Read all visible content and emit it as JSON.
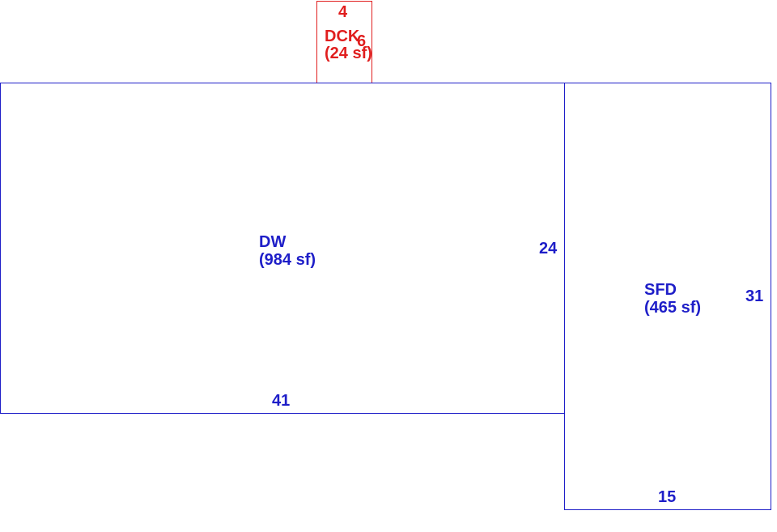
{
  "colors": {
    "main_outline": "#1e1ec8",
    "deck_outline": "#e01e1e"
  },
  "areas": {
    "dck": {
      "code": "DCK",
      "sqft": "(24 sf)",
      "dim_top": "4",
      "dim_side": "6"
    },
    "dw": {
      "code": "DW",
      "sqft": "(984 sf)",
      "dim_side": "24",
      "dim_bottom": "41"
    },
    "sfd": {
      "code": "SFD",
      "sqft": "(465 sf)",
      "dim_side": "31",
      "dim_bottom": "15"
    }
  }
}
